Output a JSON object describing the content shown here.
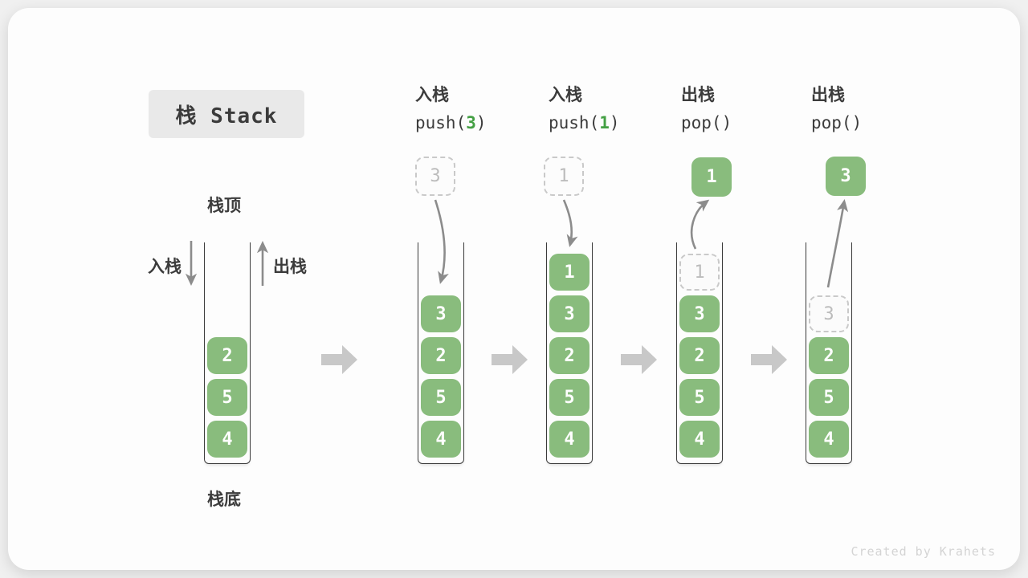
{
  "title": "栈 Stack",
  "side_labels": {
    "stack_top": "栈顶",
    "stack_bottom": "栈底",
    "push_arrow_label": "入栈",
    "pop_arrow_label": "出栈"
  },
  "headers": [
    {
      "label": "入栈",
      "code_pre": "push(",
      "code_arg": "3",
      "code_post": ")"
    },
    {
      "label": "入栈",
      "code_pre": "push(",
      "code_arg": "1",
      "code_post": ")"
    },
    {
      "label": "出栈",
      "code_pre": "pop(",
      "code_arg": "",
      "code_post": ")"
    },
    {
      "label": "出栈",
      "code_pre": "pop(",
      "code_arg": "",
      "code_post": ")"
    }
  ],
  "stacks": [
    {
      "cells": [
        {
          "value": "2",
          "ghost": false
        },
        {
          "value": "5",
          "ghost": false
        },
        {
          "value": "4",
          "ghost": false
        }
      ]
    },
    {
      "cells": [
        {
          "value": "3",
          "ghost": false
        },
        {
          "value": "2",
          "ghost": false
        },
        {
          "value": "5",
          "ghost": false
        },
        {
          "value": "4",
          "ghost": false
        }
      ]
    },
    {
      "cells": [
        {
          "value": "1",
          "ghost": false
        },
        {
          "value": "3",
          "ghost": false
        },
        {
          "value": "2",
          "ghost": false
        },
        {
          "value": "5",
          "ghost": false
        },
        {
          "value": "4",
          "ghost": false
        }
      ]
    },
    {
      "cells": [
        {
          "value": "1",
          "ghost": true
        },
        {
          "value": "3",
          "ghost": false
        },
        {
          "value": "2",
          "ghost": false
        },
        {
          "value": "5",
          "ghost": false
        },
        {
          "value": "4",
          "ghost": false
        }
      ]
    },
    {
      "cells": [
        {
          "value": "3",
          "ghost": true
        },
        {
          "value": "2",
          "ghost": false
        },
        {
          "value": "5",
          "ghost": false
        },
        {
          "value": "4",
          "ghost": false
        }
      ]
    }
  ],
  "above_boxes": [
    {
      "value": "3",
      "style": "ghost"
    },
    {
      "value": "1",
      "style": "ghost"
    },
    {
      "value": "1",
      "style": "solid"
    },
    {
      "value": "3",
      "style": "solid"
    }
  ],
  "watermark": "Created by Krahets",
  "colors": {
    "cell_green": "#89bc7d",
    "accent_green": "#44a044",
    "text_dark": "#3c3c3c",
    "arrow_gray": "#8c8c8c",
    "ghost_gray": "#c9c9c9",
    "block_arrow_gray": "#c8c8c8",
    "title_bg": "#e9e9e9"
  }
}
